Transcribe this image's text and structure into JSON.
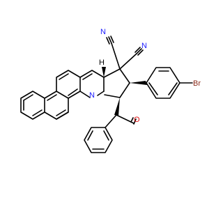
{
  "atoms": {
    "nitrile_left": "N",
    "nitrile_right": "N",
    "ring_nitrogen": "N",
    "carbonyl_oxygen": "O",
    "bromine": "Br",
    "stereo_hydrogen": "H"
  },
  "colors": {
    "bond": "#000000",
    "nitrogen": "#1a1aff",
    "oxygen": "#e01010",
    "bromine": "#8b2b1a",
    "carbon_hydrogen": "#000000"
  }
}
